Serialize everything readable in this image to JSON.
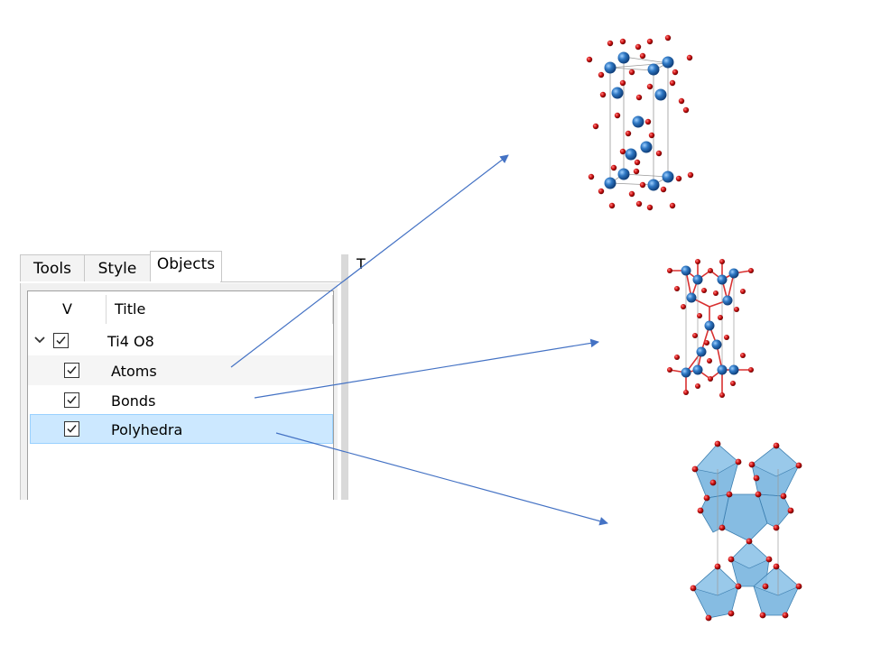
{
  "tabs": [
    {
      "label": "Tools",
      "active": false
    },
    {
      "label": "Style",
      "active": false
    },
    {
      "label": "Objects",
      "active": true
    }
  ],
  "tree": {
    "columns": {
      "visible": "V",
      "title": "Title"
    },
    "root": {
      "label": "Ti4 O8",
      "checked": true,
      "expanded": true
    },
    "children": [
      {
        "label": "Atoms",
        "checked": true
      },
      {
        "label": "Bonds",
        "checked": true
      },
      {
        "label": "Polyhedra",
        "checked": true,
        "selected": true
      }
    ]
  },
  "side_panel_label": "T",
  "colors": {
    "arrow": "#4472c4",
    "ti_atom": "#2f78c4",
    "o_atom": "#d21414",
    "bond_red": "#d83030",
    "polyhedron_fill": "#5ea6d8",
    "selection": "#cce8ff"
  }
}
